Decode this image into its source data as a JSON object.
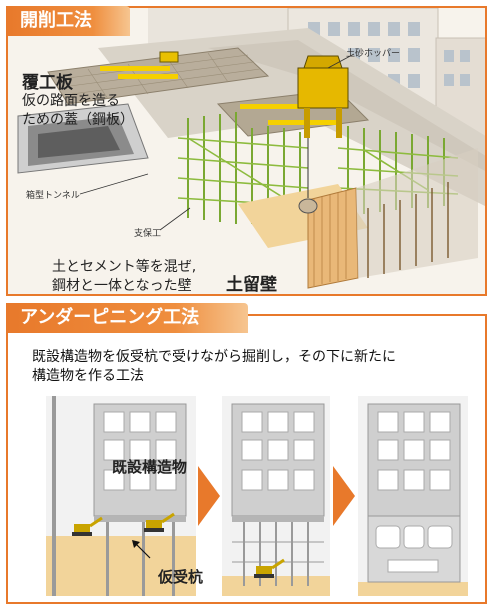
{
  "top": {
    "title": "開削工法",
    "deck_title": "覆工板",
    "deck_desc_1": "仮の路面を造る",
    "deck_desc_2": "ための蓋（鋼板）",
    "hopper_label": "土砂ホッパー",
    "tunnel_label": "箱型トンネル",
    "support_label": "支保工",
    "wall_desc_1": "土とセメント等を混ぜ,",
    "wall_desc_2": "鋼材と一体となった壁",
    "wall_title": "土留壁"
  },
  "bottom": {
    "title": "アンダーピニング工法",
    "desc_1": "既設構造物を仮受杭で受けながら掘削し，その下に新たに",
    "desc_2": "構造物を作る工法",
    "building_label": "既設構造物",
    "pile_label": "仮受杭"
  },
  "colors": {
    "accent": "#e8792b",
    "steel": "#7aa832",
    "ground": "#f2d49a"
  }
}
